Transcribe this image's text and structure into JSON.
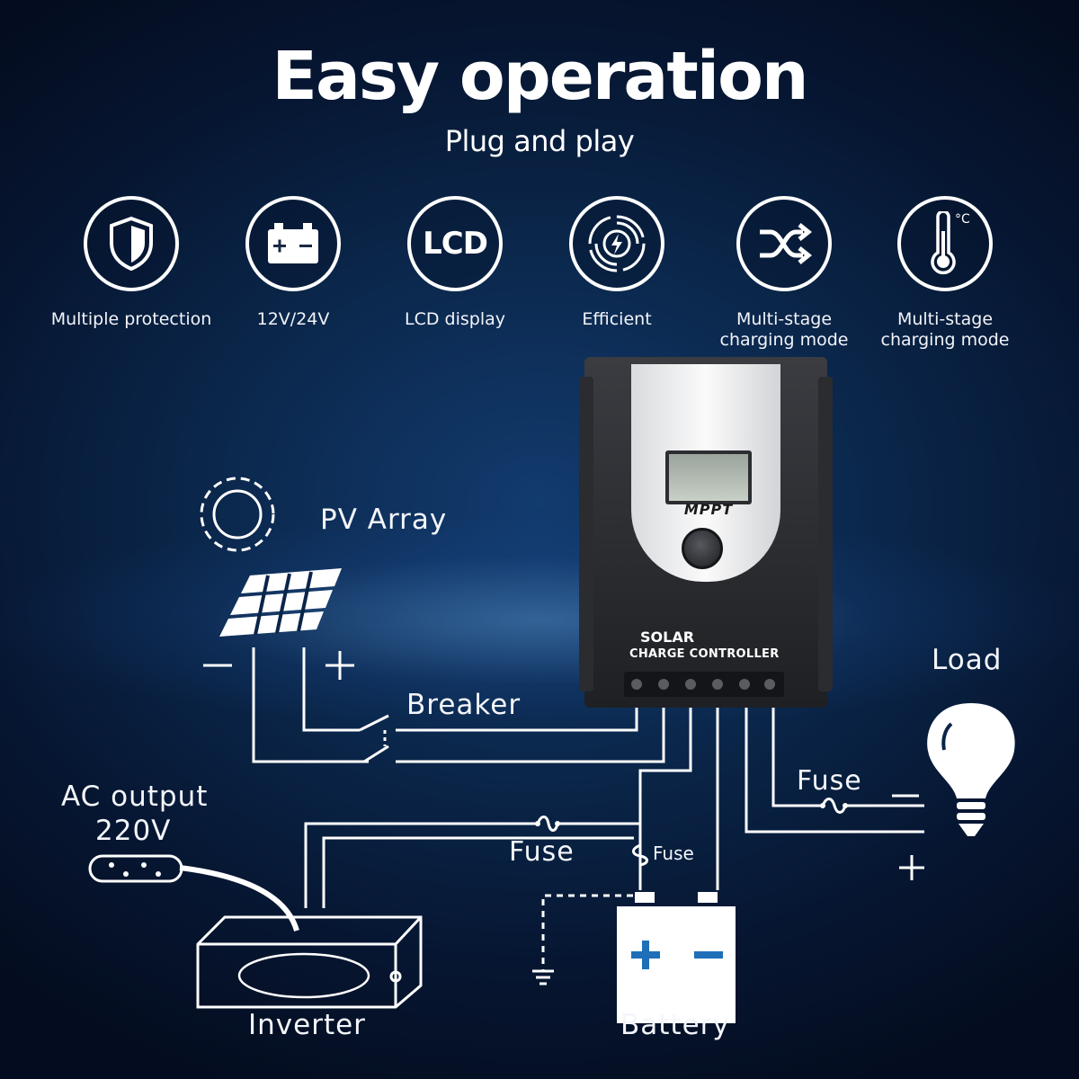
{
  "header": {
    "title": "Easy operation",
    "subtitle": "Plug and play"
  },
  "features": [
    {
      "icon": "shield-icon",
      "label": "Multiple protection"
    },
    {
      "icon": "battery-icon",
      "label": "12V/24V"
    },
    {
      "icon": "lcd-icon",
      "label": "LCD display",
      "icon_text": "LCD"
    },
    {
      "icon": "efficiency-icon",
      "label": "Efficient"
    },
    {
      "icon": "shuffle-icon",
      "label": "Multi-stage\ncharging mode"
    },
    {
      "icon": "thermometer-icon",
      "label": "Multi-stage\ncharging mode",
      "icon_text": "°C"
    }
  ],
  "device": {
    "brand_text": "MPPT",
    "name_line1": "SOLAR",
    "name_line2": "CHARGE CONTROLLER"
  },
  "diagram": {
    "pv_array": "PV Array",
    "breaker": "Breaker",
    "load": "Load",
    "fuse_load": "Fuse",
    "fuse_inverter": "Fuse",
    "fuse_battery": "Fuse",
    "ac_output_line1": "AC output",
    "ac_output_line2": "220V",
    "inverter": "Inverter",
    "battery": "Battery",
    "minus": "—",
    "plus": "+"
  },
  "colors": {
    "background": "#0a2548",
    "line": "#ffffff",
    "battery_symbol": "#1e6fb8",
    "device_body": "#2b2d31"
  }
}
